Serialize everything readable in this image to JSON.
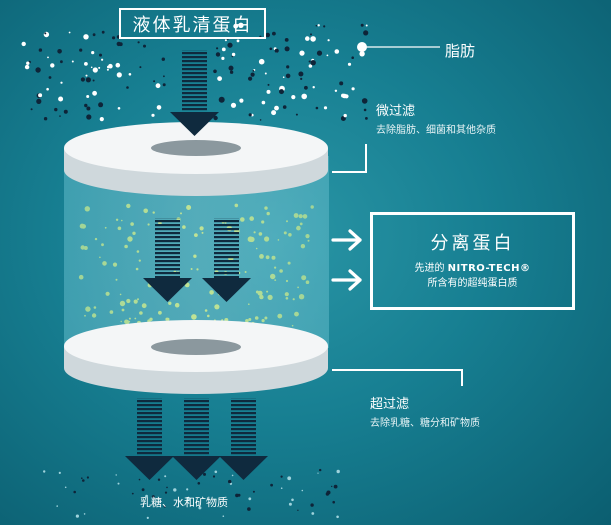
{
  "title": "液体乳清蛋白",
  "fat_label": "脂肪",
  "microfiltration": {
    "title": "微过滤",
    "desc": "去除脂肪、细菌和其他杂质"
  },
  "result": {
    "title": "分离蛋白",
    "line1_prefix": "先进的",
    "brand": "NITRO-TECH®",
    "line2": "所含有的超纯蛋白质"
  },
  "ultrafiltration": {
    "title": "超过滤",
    "desc": "去除乳糖、糖分和矿物质"
  },
  "output_label": "乳糖、水和矿物质",
  "colors": {
    "background": "#177f92",
    "arrow": "#0f2a3e",
    "disc": "#f4f6f7",
    "particle_protein": "#e8f25a",
    "particle_fat": "#ffffff",
    "particle_dark": "#0e2438"
  }
}
